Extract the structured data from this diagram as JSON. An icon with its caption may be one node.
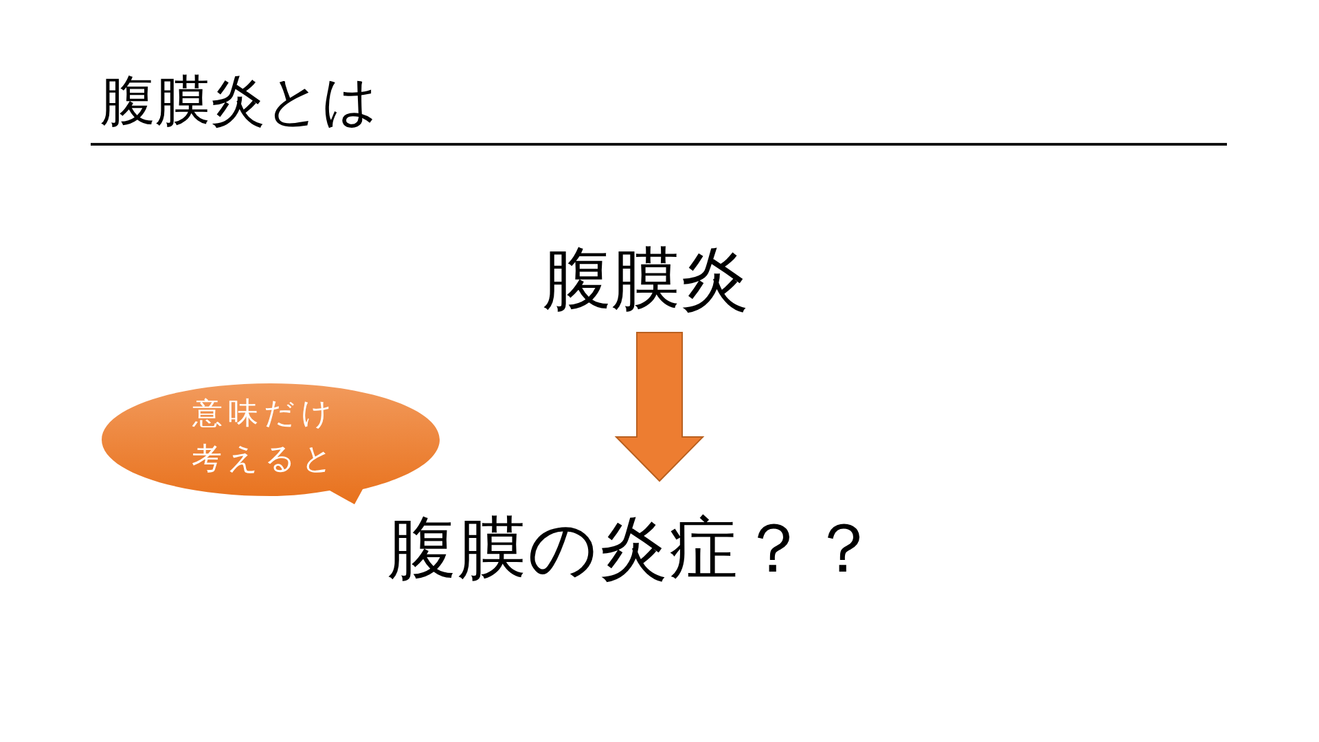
{
  "diagram": {
    "title": "腹膜炎とは",
    "nodes": [
      {
        "text": [
          "腹膜炎"
        ]
      },
      {
        "text": [
          "意味だけ考えると"
        ]
      },
      {
        "text": [
          "腹膜の炎症？？"
        ]
      }
    ],
    "edges": [
      {
        "from": 0,
        "to": 2,
        "arrow": "to",
        "style": "thick",
        "color": "#ed7d31"
      }
    ]
  }
}
